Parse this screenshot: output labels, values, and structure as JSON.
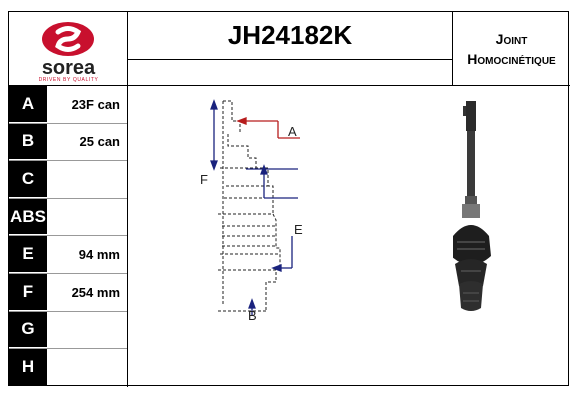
{
  "brand": {
    "name": "sorea",
    "tagline": "DRIVEN BY QUALITY",
    "color": "#c8102e"
  },
  "part_number": "JH24182K",
  "type": {
    "line1": "Joint",
    "line2": "Homocinétique"
  },
  "specs": [
    {
      "key": "A",
      "value": "23F can"
    },
    {
      "key": "B",
      "value": "25 can"
    },
    {
      "key": "C",
      "value": ""
    },
    {
      "key": "ABS",
      "value": ""
    },
    {
      "key": "E",
      "value": "94 mm"
    },
    {
      "key": "F",
      "value": "254 mm"
    },
    {
      "key": "G",
      "value": ""
    },
    {
      "key": "H",
      "value": ""
    }
  ],
  "diagram_labels": {
    "a": "A",
    "b": "B",
    "e": "E",
    "f": "F"
  }
}
